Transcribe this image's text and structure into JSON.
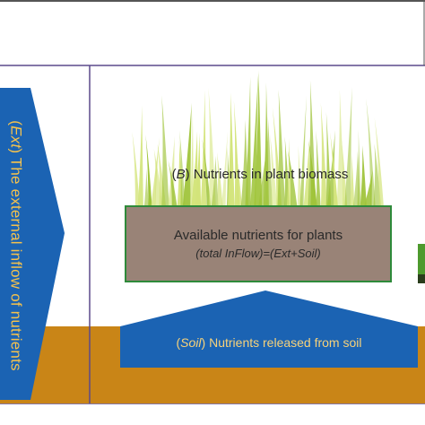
{
  "ext": {
    "abbr": "Ext",
    "text": "The external inflow of nutrients"
  },
  "plant": {
    "abbr": "B",
    "text": "Nutrients in plant biomass"
  },
  "available": {
    "line1": "Available nutrients for plants",
    "line2": "(total InFlow)=(Ext+Soil)"
  },
  "soil": {
    "abbr": "Soil",
    "text": "Nutrients released from soil"
  },
  "colors": {
    "arrow_blue": "#1b63b3",
    "soil_orange": "#c98517",
    "box_fill": "#998377",
    "box_border": "#2e8a3a",
    "divider_purple": "#5b4a8c",
    "plant_green": "#9fc43a",
    "plant_light": "#d3e47a",
    "side_green": "#4e9a2e",
    "label_yellow": "#f5c24d"
  }
}
